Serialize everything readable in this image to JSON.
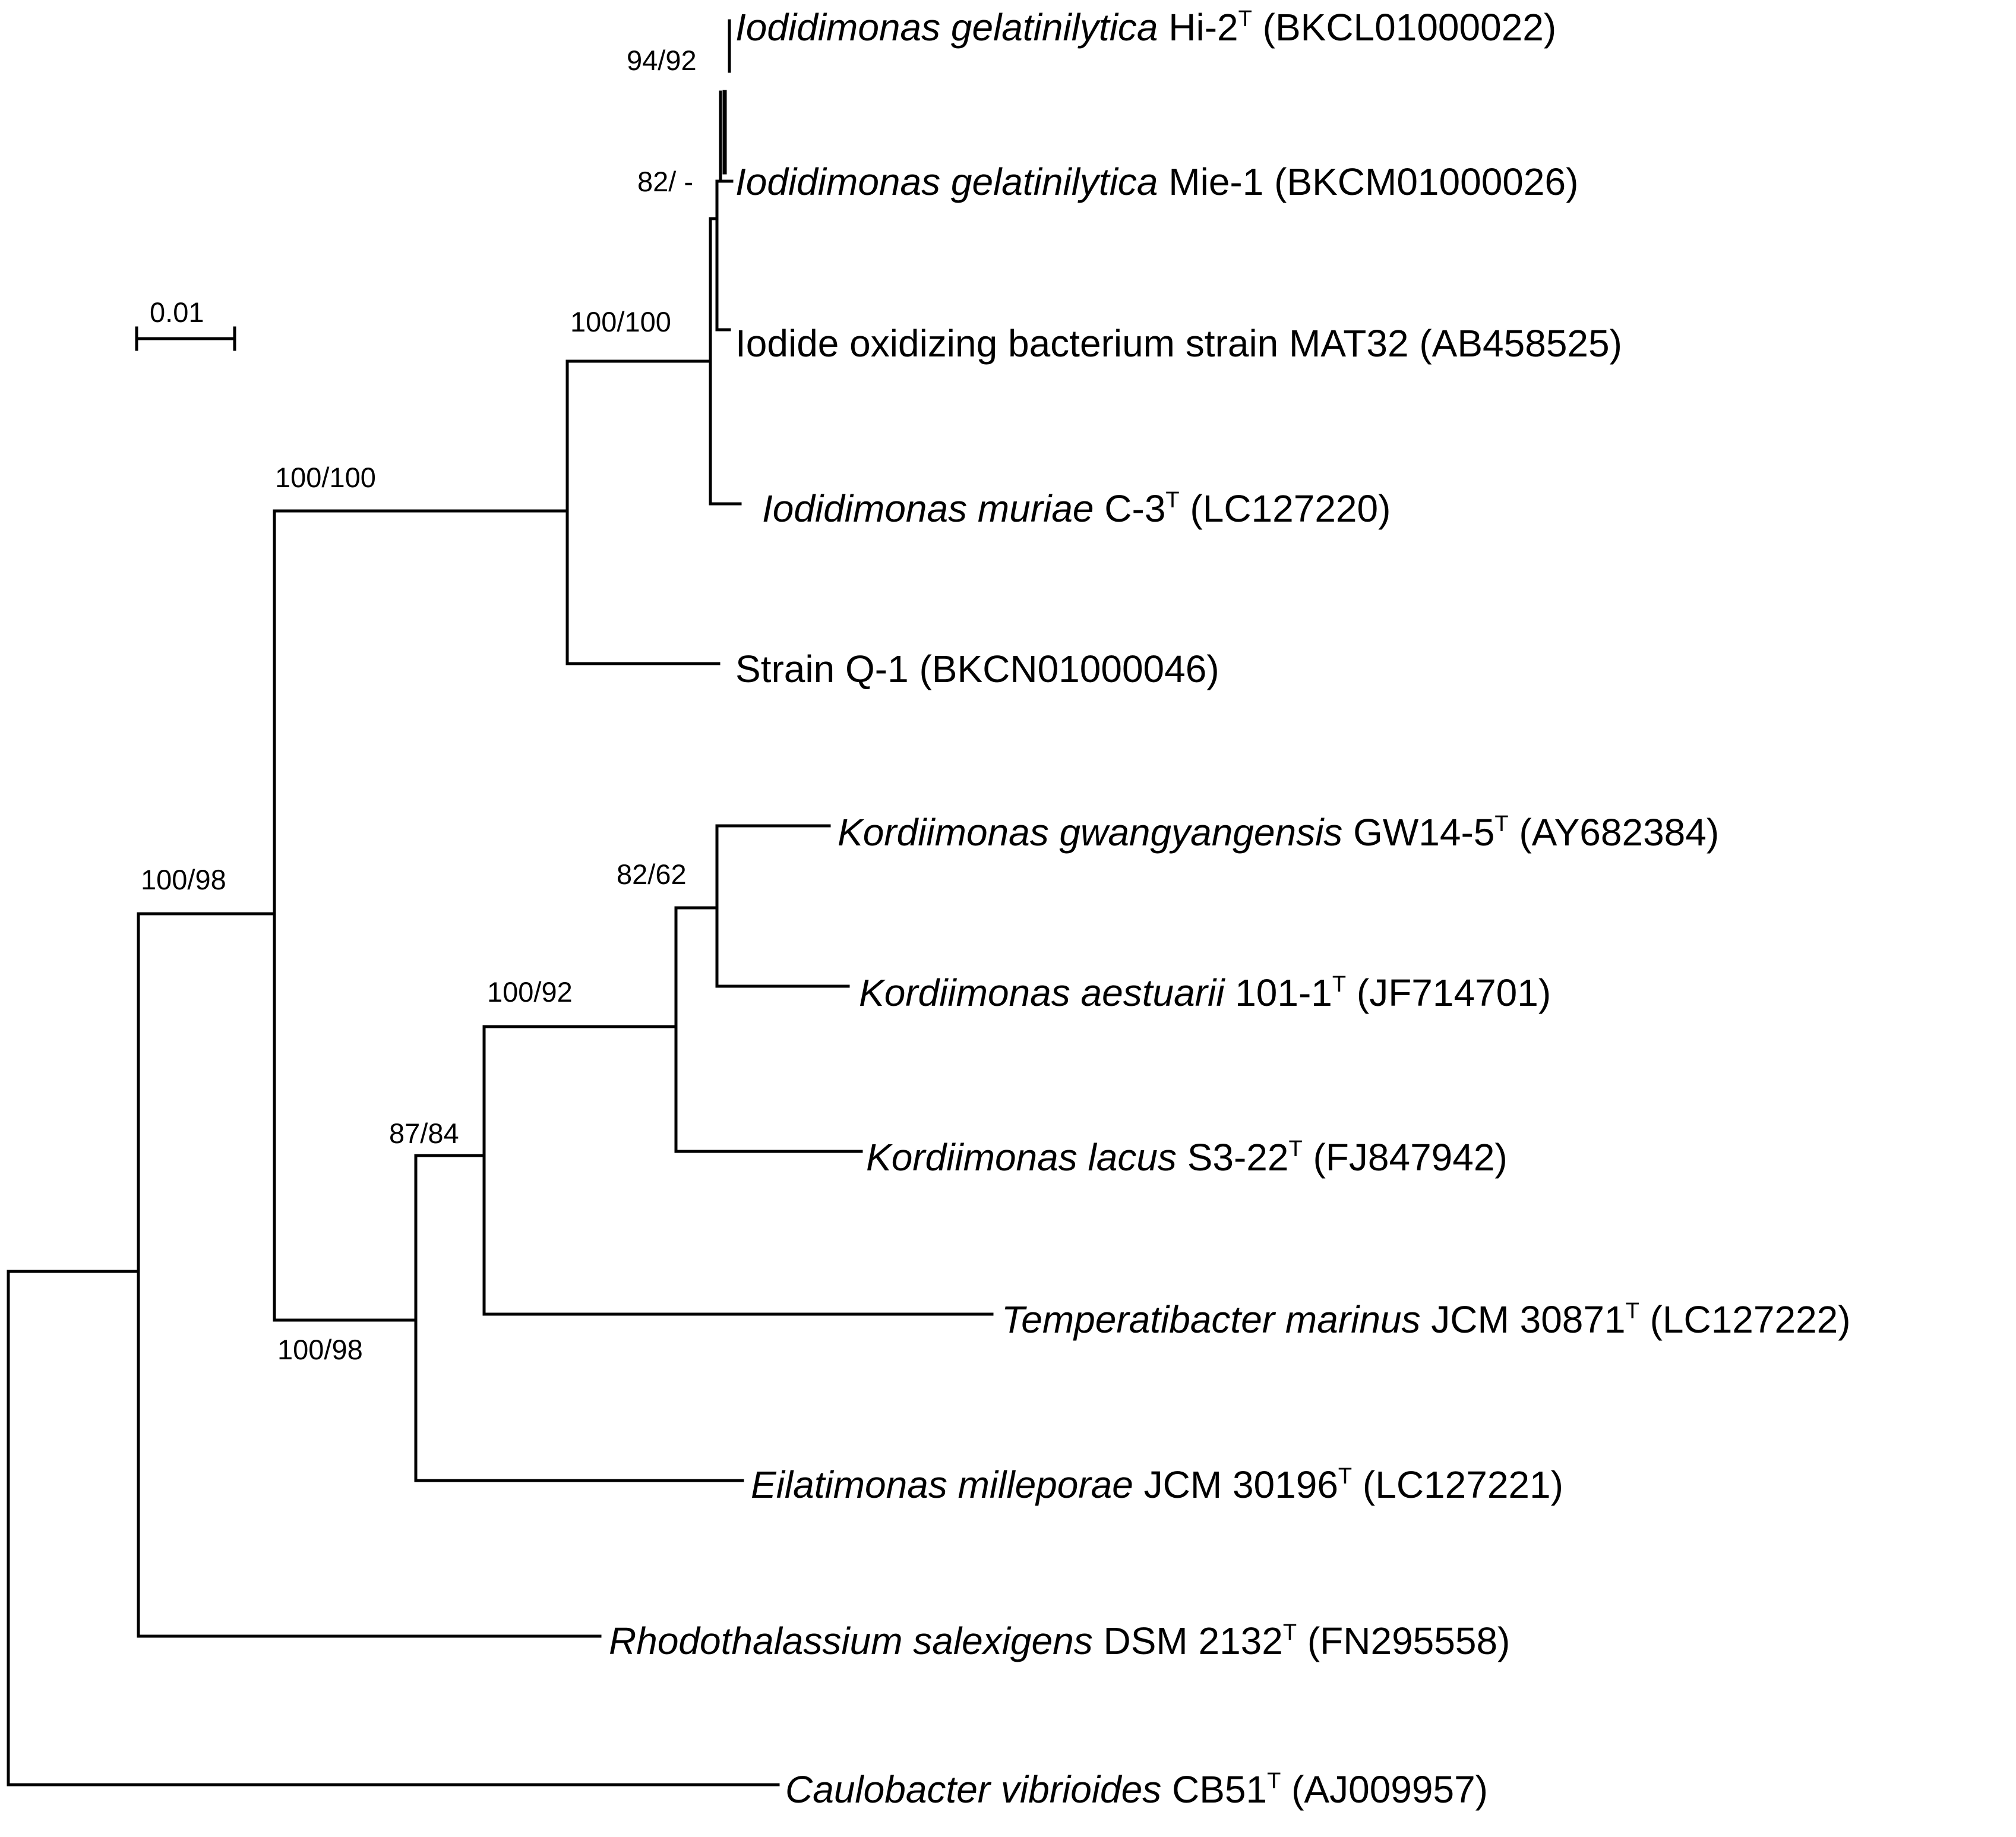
{
  "figure": {
    "scale_bar_label": "0.01",
    "line_color": "#000000",
    "background": "#ffffff"
  },
  "taxa": [
    {
      "id": "t1",
      "genus_species": "Iodidimonas gelatinilytica",
      "strain": " Hi-2",
      "type_strain": true,
      "accession": " (BKCL01000022)"
    },
    {
      "id": "t2",
      "genus_species": "Iodidimonas gelatinilytica",
      "strain": " Mie-1",
      "type_strain": false,
      "accession": " (BKCM01000026)"
    },
    {
      "id": "t3",
      "genus_species": "",
      "strain": "Iodide oxidizing bacterium strain MAT32",
      "type_strain": false,
      "accession": " (AB458525)"
    },
    {
      "id": "t4",
      "genus_species": "Iodidimonas muriae",
      "strain": " C-3",
      "type_strain": true,
      "accession": " (LC127220)"
    },
    {
      "id": "t5",
      "genus_species": "",
      "strain": "Strain Q-1",
      "type_strain": false,
      "accession": " (BKCN01000046)"
    },
    {
      "id": "t6",
      "genus_species": "Kordiimonas gwangyangensis",
      "strain": " GW14-5",
      "type_strain": true,
      "accession": " (AY682384)"
    },
    {
      "id": "t7",
      "genus_species": "Kordiimonas aestuarii",
      "strain": " 101-1",
      "type_strain": true,
      "accession": " (JF714701)"
    },
    {
      "id": "t8",
      "genus_species": "Kordiimonas lacus",
      "strain": " S3-22",
      "type_strain": true,
      "accession": " (FJ847942)"
    },
    {
      "id": "t9",
      "genus_species": "Temperatibacter marinus",
      "strain": " JCM 30871",
      "type_strain": true,
      "accession": " (LC127222)"
    },
    {
      "id": "t10",
      "genus_species": "Eilatimonas milleporae",
      "strain": " JCM 30196",
      "type_strain": true,
      "accession": " (LC127221)"
    },
    {
      "id": "t11",
      "genus_species": "Rhodothalassium salexigens",
      "strain": " DSM 2132",
      "type_strain": true,
      "accession": " (FN295558)"
    },
    {
      "id": "t12",
      "genus_species": "Caulobacter vibrioides",
      "strain": " CB51",
      "type_strain": true,
      "accession": " (AJ009957)"
    }
  ],
  "type_marker": "T",
  "support_values": [
    {
      "node": "gelatinilytica-hi2",
      "label": "94/92"
    },
    {
      "node": "gelatinilytica-mie1",
      "label": "82/ -"
    },
    {
      "node": "iodidimonas-clade",
      "label": "100/100"
    },
    {
      "node": "iodidimonas-q1",
      "label": "100/100"
    },
    {
      "node": "ingroup",
      "label": "100/98"
    },
    {
      "node": "kordiimonas-gw-ae",
      "label": "82/62"
    },
    {
      "node": "kordiimonas-clade",
      "label": "100/92"
    },
    {
      "node": "kordii-temperati",
      "label": "87/84"
    },
    {
      "node": "kordiimonadales",
      "label": "100/98"
    }
  ]
}
